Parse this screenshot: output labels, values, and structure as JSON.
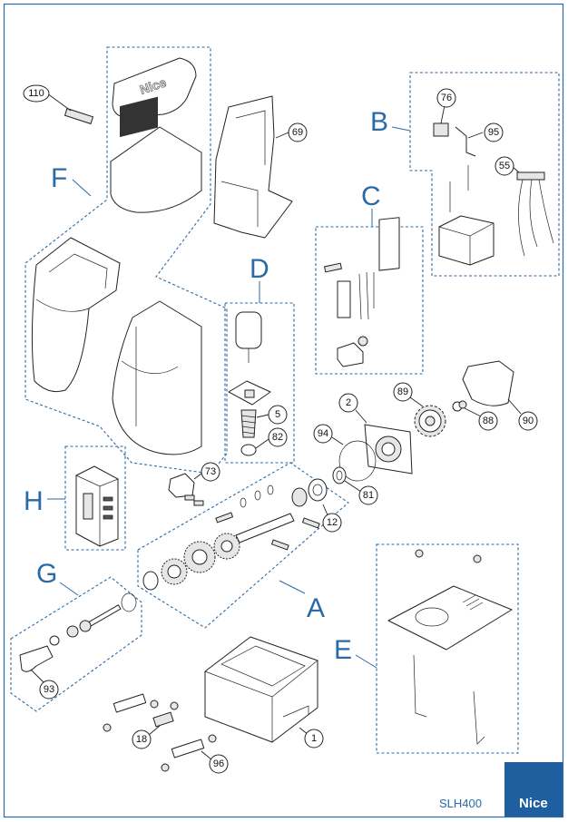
{
  "groups": {
    "A": "A",
    "B": "B",
    "C": "C",
    "D": "D",
    "E": "E",
    "F": "F",
    "G": "G",
    "H": "H"
  },
  "parts": {
    "p110": "110",
    "p76": "76",
    "p95": "95",
    "p69": "69",
    "p55": "55",
    "p5": "5",
    "p82": "82",
    "p2": "2",
    "p89": "89",
    "p88": "88",
    "p90": "90",
    "p94": "94",
    "p81": "81",
    "p73": "73",
    "p12": "12",
    "p93": "93",
    "p18": "18",
    "p1": "1",
    "p96": "96"
  },
  "model": "SLH400",
  "brand": "Nice",
  "cover_brand": "Nice",
  "colors": {
    "accent": "#2a6aa6",
    "logo_bg": "#1f5fa0"
  }
}
